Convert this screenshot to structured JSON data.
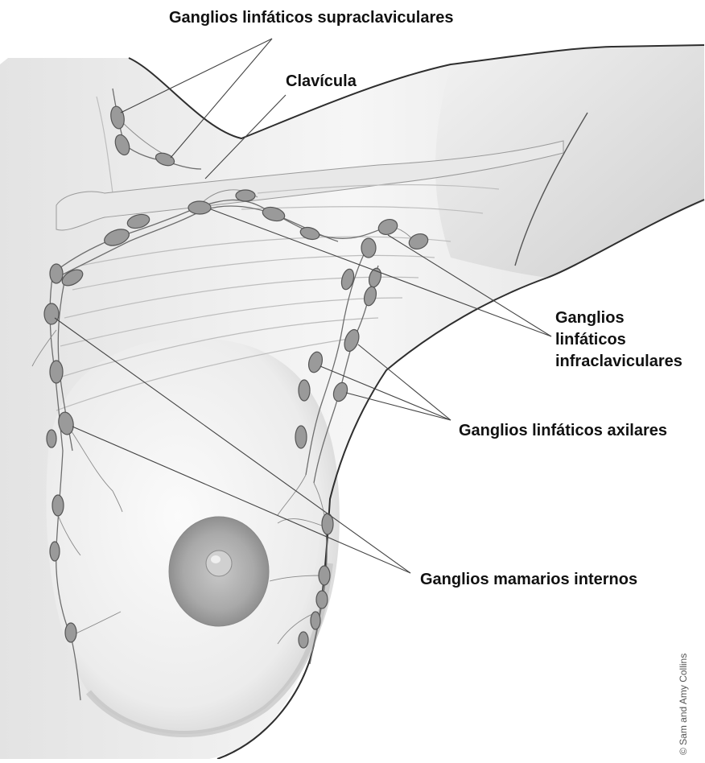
{
  "labels": {
    "supraclavicular": "Ganglios linfáticos supraclaviculares",
    "clavicle": "Clavícula",
    "infraclavicular_line1": "Ganglios",
    "infraclavicular_line2": "linfáticos",
    "infraclavicular_line3": "infraclaviculares",
    "axillary": "Ganglios linfáticos axilares",
    "internal_mammary": "Ganglios mamarios internos"
  },
  "credit": "© Sam and Amy Collins",
  "colors": {
    "background": "#ffffff",
    "skin_shade": "#d6d6d6",
    "node_fill": "#9a9a9a",
    "text": "#111111"
  }
}
